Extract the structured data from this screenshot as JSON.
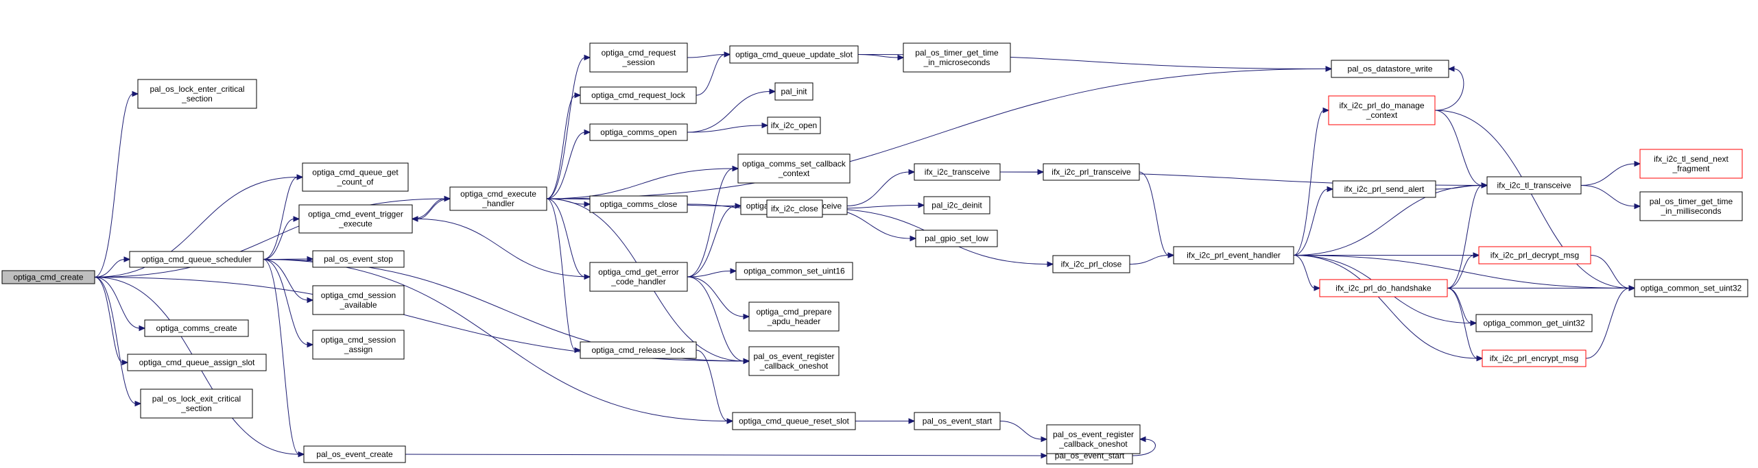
{
  "graph": {
    "nodes": [
      {
        "id": "n0",
        "lines": [
          "optiga_cmd_create"
        ],
        "root": true
      },
      {
        "id": "n1",
        "lines": [
          "pal_os_lock_enter_critical",
          "_section"
        ]
      },
      {
        "id": "n2",
        "lines": [
          "optiga_cmd_queue_get",
          "_count_of"
        ]
      },
      {
        "id": "n3",
        "lines": [
          "optiga_cmd_execute",
          "_handler"
        ]
      },
      {
        "id": "n4",
        "lines": [
          "optiga_cmd_event_trigger",
          "_execute"
        ]
      },
      {
        "id": "n5",
        "lines": [
          "optiga_cmd_queue_scheduler"
        ]
      },
      {
        "id": "n6",
        "lines": [
          "pal_os_event_stop"
        ]
      },
      {
        "id": "n7",
        "lines": [
          "optiga_cmd_session",
          "_available"
        ]
      },
      {
        "id": "n8",
        "lines": [
          "optiga_cmd_session",
          "_assign"
        ]
      },
      {
        "id": "n9",
        "lines": [
          "optiga_comms_create"
        ]
      },
      {
        "id": "n10",
        "lines": [
          "optiga_cmd_queue_assign_slot"
        ]
      },
      {
        "id": "n11",
        "lines": [
          "pal_os_lock_exit_critical",
          "_section"
        ]
      },
      {
        "id": "n12",
        "lines": [
          "pal_os_event_create"
        ]
      },
      {
        "id": "n13",
        "lines": [
          "optiga_cmd_request",
          "_session"
        ]
      },
      {
        "id": "n14",
        "lines": [
          "optiga_cmd_request_lock"
        ]
      },
      {
        "id": "n15",
        "lines": [
          "optiga_comms_open"
        ]
      },
      {
        "id": "n16",
        "lines": [
          "optiga_comms_close"
        ]
      },
      {
        "id": "n17",
        "lines": [
          "optiga_cmd_get_error",
          "_code_handler"
        ]
      },
      {
        "id": "n18",
        "lines": [
          "optiga_cmd_release_lock"
        ]
      },
      {
        "id": "n19",
        "lines": [
          "optiga_cmd_queue_update_slot"
        ]
      },
      {
        "id": "n20",
        "lines": [
          "pal_init"
        ]
      },
      {
        "id": "n21",
        "lines": [
          "ifx_i2c_open"
        ]
      },
      {
        "id": "n22",
        "lines": [
          "optiga_comms_set_callback",
          "_context"
        ]
      },
      {
        "id": "n23",
        "lines": [
          "optiga_comms_transceive"
        ]
      },
      {
        "id": "n24",
        "lines": [
          "optiga_common_set_uint16"
        ]
      },
      {
        "id": "n25",
        "lines": [
          "optiga_cmd_prepare",
          "_apdu_header"
        ]
      },
      {
        "id": "n26",
        "lines": [
          "pal_os_event_register",
          "_callback_oneshot"
        ]
      },
      {
        "id": "n27",
        "lines": [
          "optiga_cmd_queue_reset_slot"
        ]
      },
      {
        "id": "n28",
        "lines": [
          "pal_os_event_start"
        ]
      },
      {
        "id": "n29",
        "lines": [
          "pal_os_timer_get_time",
          "_in_microseconds"
        ]
      },
      {
        "id": "n30",
        "lines": [
          "ifx_i2c_transceive"
        ]
      },
      {
        "id": "n31",
        "lines": [
          "ifx_i2c_close"
        ]
      },
      {
        "id": "n32",
        "lines": [
          "pal_i2c_deinit"
        ]
      },
      {
        "id": "n33",
        "lines": [
          "pal_gpio_set_low"
        ]
      },
      {
        "id": "n34",
        "lines": [
          "ifx_i2c_prl_transceive"
        ]
      },
      {
        "id": "n35",
        "lines": [
          "ifx_i2c_prl_close"
        ]
      },
      {
        "id": "n36",
        "lines": [
          "pal_os_event_start"
        ]
      },
      {
        "id": "n37",
        "lines": [
          "pal_os_event_register",
          "_callback_oneshot"
        ]
      },
      {
        "id": "n38",
        "lines": [
          "ifx_i2c_prl_event_handler"
        ]
      },
      {
        "id": "n39",
        "lines": [
          "pal_os_datastore_write"
        ]
      },
      {
        "id": "n40",
        "lines": [
          "ifx_i2c_prl_do_manage",
          "_context"
        ],
        "red": true
      },
      {
        "id": "n41",
        "lines": [
          "ifx_i2c_prl_send_alert"
        ]
      },
      {
        "id": "n42",
        "lines": [
          "ifx_i2c_prl_do_handshake"
        ],
        "red": true
      },
      {
        "id": "n43",
        "lines": [
          "ifx_i2c_tl_transceive"
        ]
      },
      {
        "id": "n44",
        "lines": [
          "ifx_i2c_prl_decrypt_msg"
        ],
        "red": true
      },
      {
        "id": "n45",
        "lines": [
          "optiga_common_get_uint32"
        ]
      },
      {
        "id": "n46",
        "lines": [
          "ifx_i2c_prl_encrypt_msg"
        ],
        "red": true
      },
      {
        "id": "n47",
        "lines": [
          "ifx_i2c_tl_send_next",
          "_fragment"
        ],
        "red": true
      },
      {
        "id": "n48",
        "lines": [
          "pal_os_timer_get_time",
          "_in_milliseconds"
        ]
      },
      {
        "id": "n49",
        "lines": [
          "optiga_common_set_uint32"
        ]
      }
    ],
    "edges": [
      [
        "n0",
        "n1"
      ],
      [
        "n0",
        "n2"
      ],
      [
        "n0",
        "n3"
      ],
      [
        "n0",
        "n5"
      ],
      [
        "n0",
        "n9"
      ],
      [
        "n0",
        "n10"
      ],
      [
        "n0",
        "n11"
      ],
      [
        "n0",
        "n12"
      ],
      [
        "n0",
        "n26"
      ],
      [
        "n5",
        "n2"
      ],
      [
        "n5",
        "n4"
      ],
      [
        "n5",
        "n6"
      ],
      [
        "n5",
        "n7"
      ],
      [
        "n5",
        "n8"
      ],
      [
        "n5",
        "n12"
      ],
      [
        "n5",
        "n26"
      ],
      [
        "n5",
        "n27"
      ],
      [
        "n4",
        "n3"
      ],
      [
        "n3",
        "n4"
      ],
      [
        "n3",
        "n13"
      ],
      [
        "n3",
        "n14"
      ],
      [
        "n3",
        "n15"
      ],
      [
        "n3",
        "n16"
      ],
      [
        "n3",
        "n17"
      ],
      [
        "n3",
        "n18"
      ],
      [
        "n3",
        "n22"
      ],
      [
        "n3",
        "n23"
      ],
      [
        "n3",
        "n26"
      ],
      [
        "n3",
        "n39"
      ],
      [
        "n13",
        "n19"
      ],
      [
        "n14",
        "n19"
      ],
      [
        "n19",
        "n29"
      ],
      [
        "n19",
        "n39"
      ],
      [
        "n15",
        "n20"
      ],
      [
        "n15",
        "n21"
      ],
      [
        "n16",
        "n31"
      ],
      [
        "n17",
        "n4"
      ],
      [
        "n17",
        "n22"
      ],
      [
        "n17",
        "n23"
      ],
      [
        "n17",
        "n24"
      ],
      [
        "n17",
        "n25"
      ],
      [
        "n17",
        "n26"
      ],
      [
        "n18",
        "n27"
      ],
      [
        "n27",
        "n28"
      ],
      [
        "n28",
        "n37"
      ],
      [
        "n12",
        "n36"
      ],
      [
        "n36",
        "n37"
      ],
      [
        "n23",
        "n30"
      ],
      [
        "n30",
        "n34"
      ],
      [
        "n30",
        "n43"
      ],
      [
        "n31",
        "n32"
      ],
      [
        "n31",
        "n33"
      ],
      [
        "n31",
        "n35"
      ],
      [
        "n34",
        "n38"
      ],
      [
        "n35",
        "n38"
      ],
      [
        "n38",
        "n40"
      ],
      [
        "n38",
        "n41"
      ],
      [
        "n38",
        "n42"
      ],
      [
        "n38",
        "n43"
      ],
      [
        "n38",
        "n44"
      ],
      [
        "n38",
        "n45"
      ],
      [
        "n38",
        "n46"
      ],
      [
        "n38",
        "n49"
      ],
      [
        "n40",
        "n39"
      ],
      [
        "n40",
        "n43"
      ],
      [
        "n40",
        "n49"
      ],
      [
        "n41",
        "n43"
      ],
      [
        "n42",
        "n43"
      ],
      [
        "n42",
        "n44"
      ],
      [
        "n42",
        "n45"
      ],
      [
        "n42",
        "n46"
      ],
      [
        "n42",
        "n49"
      ],
      [
        "n43",
        "n47"
      ],
      [
        "n43",
        "n48"
      ],
      [
        "n44",
        "n49"
      ],
      [
        "n46",
        "n49"
      ]
    ]
  }
}
